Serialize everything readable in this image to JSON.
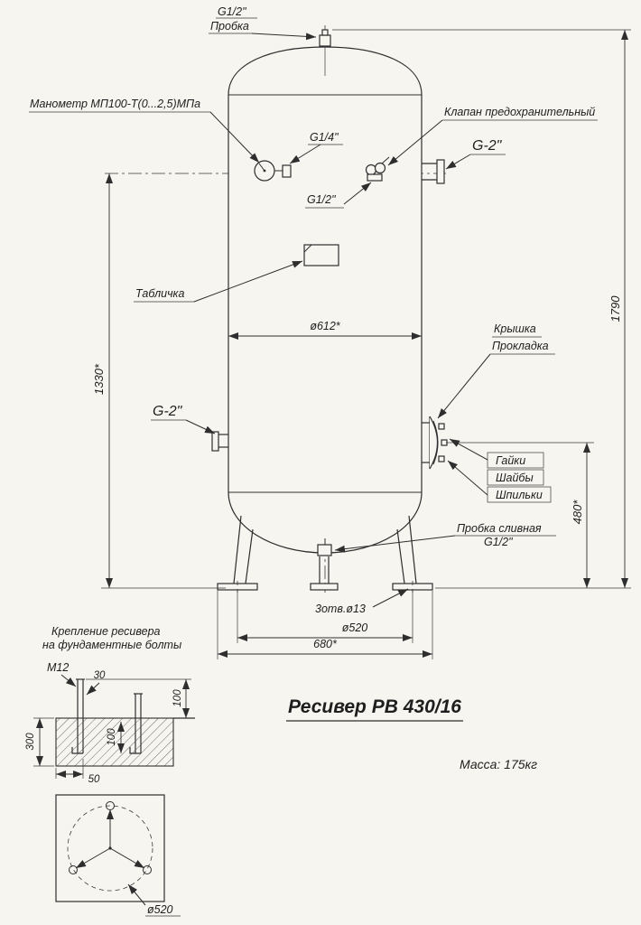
{
  "callouts": {
    "top_size": "G1/2\"",
    "top_plug": "Пробка",
    "manometer": "Манометр МП100-Т(0...2,5)МПа",
    "g14": "G1/4\"",
    "safety_valve": "Клапан предохранительный",
    "g2_right": "G-2\"",
    "g12_mid": "G1/2\"",
    "nameplate": "Табличка",
    "cover": "Крышка",
    "gasket": "Прокладка",
    "g2_left": "G-2\"",
    "nuts": "Гайки",
    "washers": "Шайбы",
    "studs": "Шпильки",
    "drain_line1": "Пробка сливная",
    "drain_line2": "G1/2\"",
    "holes": "3отв.ø13"
  },
  "dims": {
    "d612": "ø612*",
    "h1330": "1330*",
    "h1790": "1790",
    "h480": "480*",
    "d520_feet": "ø520",
    "w680": "680*"
  },
  "foundation": {
    "title1": "Крепление ресивера",
    "title2": "на фундаментные болты",
    "m12": "М12",
    "d30": "30",
    "d100_top": "100",
    "d100_embed": "100",
    "d300": "300",
    "d50": "50",
    "d520_plan": "ø520"
  },
  "titleblock": {
    "title": "Ресивер РВ 430/16",
    "mass": "Масса: 175кг"
  }
}
